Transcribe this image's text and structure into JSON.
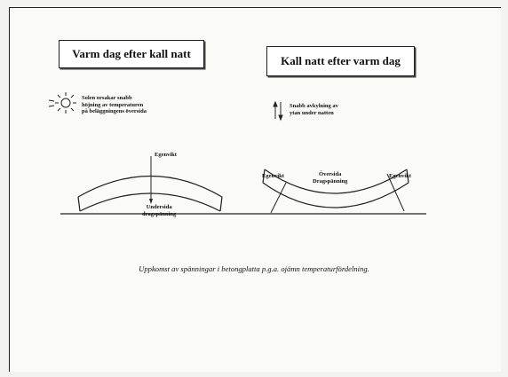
{
  "left_panel": {
    "title": "Varm dag efter kall natt",
    "sun_note": [
      "Solen orsakar snabb",
      "höjning av temperaturen",
      "på beläggningens översida"
    ],
    "label_weight": "Egenvikt",
    "label_bottom": [
      "Undersida",
      "dragspänning"
    ]
  },
  "right_panel": {
    "title": "Kall natt efter varm dag",
    "cool_note": [
      "Snabb avkylning av",
      "ytan under natten"
    ],
    "label_weight_left": "Egenvikt",
    "label_weight_right": "Egenvikt",
    "label_top": [
      "Översida",
      "Dragspänning"
    ]
  },
  "caption": "Uppkomst av spänningar i betongplatta p.g.a. ojämn temperaturfördelning.",
  "icons": [
    "sun-icon",
    "arrows-icon"
  ]
}
